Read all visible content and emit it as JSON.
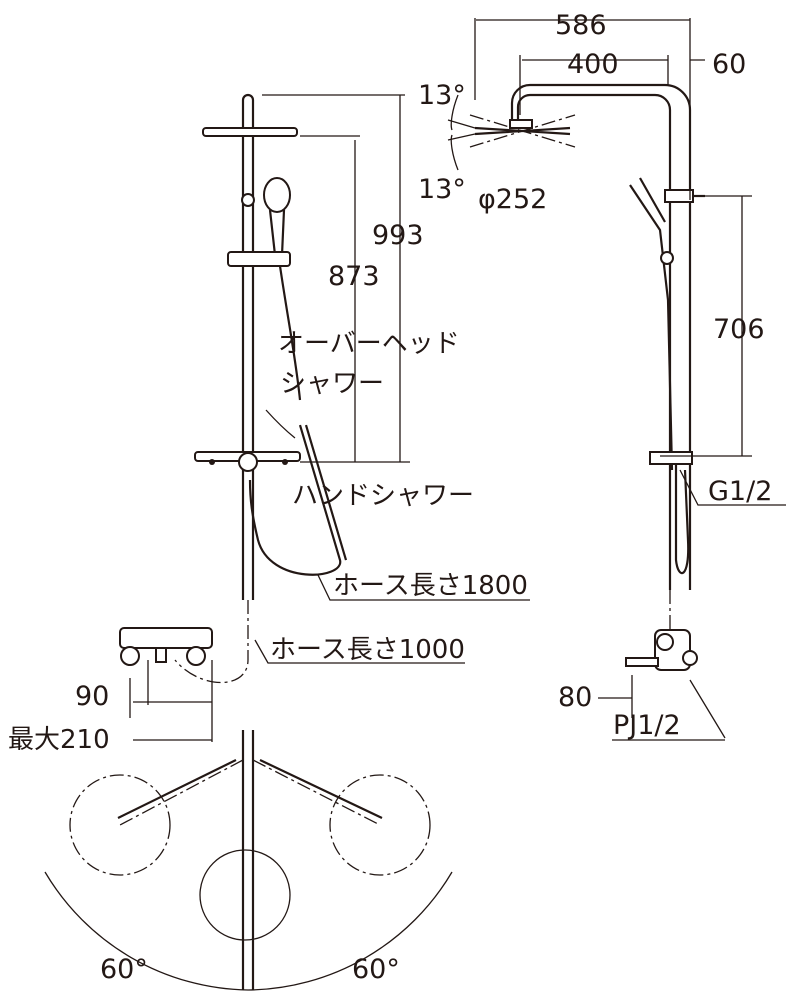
{
  "dimensions": {
    "width_total": "586",
    "arm_length": "400",
    "offset": "60",
    "tilt_up": "13°",
    "tilt_down": "13°",
    "head_diameter": "φ252",
    "height_overall": "993",
    "height_head": "873",
    "height_bracket": "706",
    "spout_90": "90",
    "max_210": "最大210",
    "spout_80": "80",
    "angle_left": "60°",
    "angle_right": "60°"
  },
  "labels": {
    "overhead_line1": "オーバーヘッド",
    "overhead_line2": "シャワー",
    "hand_shower": "ハンドシャワー",
    "thread_g": "G1/2",
    "hose_1800": "ホース長さ1800",
    "hose_1000": "ホース長さ1000",
    "thread_pj": "PJ1/2"
  }
}
